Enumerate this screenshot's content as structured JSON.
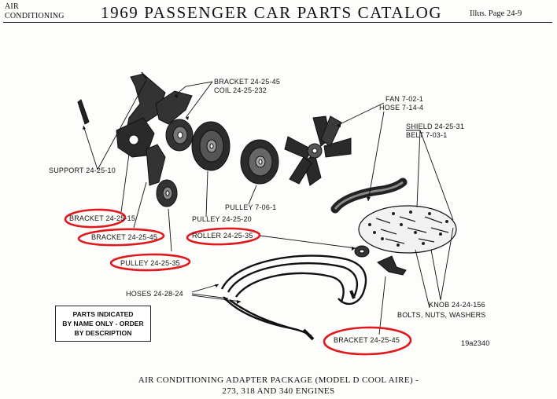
{
  "header": {
    "section_line1": "AIR",
    "section_line2": "CONDITIONING",
    "title": "1969 PASSENGER CAR PARTS CATALOG",
    "illus_page": "Illus. Page 24-9"
  },
  "callouts": {
    "bracket_coil_1": "BRACKET 24-25-45",
    "bracket_coil_2": "COIL 24-25-232",
    "fan_hose_1": "FAN 7-02-1",
    "fan_hose_2": "HOSE 7-14-4",
    "shield_belt_1": "SHIELD 24-25-31",
    "shield_belt_2": "BELT 7-03-1",
    "support": "SUPPORT 24-25-10",
    "pulley_top": "PULLEY 7-06-1",
    "pulley_mid": "PULLEY 24-25-20",
    "bracket_15": "BRACKET 24-25-15",
    "bracket_45_left": "BRACKET 24-25-45",
    "roller": "ROLLER 24-25-35",
    "pulley_35": "PULLEY 24-25-35",
    "hoses": "HOSES 24-28-24",
    "knob": "KNOB 24-24-156",
    "bolts": "BOLTS, NUTS, WASHERS",
    "bracket_45_bottom": "BRACKET 24-25-45",
    "illus_number": "19a2340"
  },
  "note_box": {
    "line1": "PARTS INDICATED",
    "line2": "BY NAME ONLY - ORDER",
    "line3": "BY DESCRIPTION"
  },
  "caption": {
    "line1": "AIR CONDITIONING ADAPTER PACKAGE (MODEL D COOL AIRE) -",
    "line2": "273, 318 AND 340 ENGINES"
  },
  "colors": {
    "ink": "#111111",
    "highlight_circle": "#e0191f",
    "paper": "#fdfdfb"
  }
}
